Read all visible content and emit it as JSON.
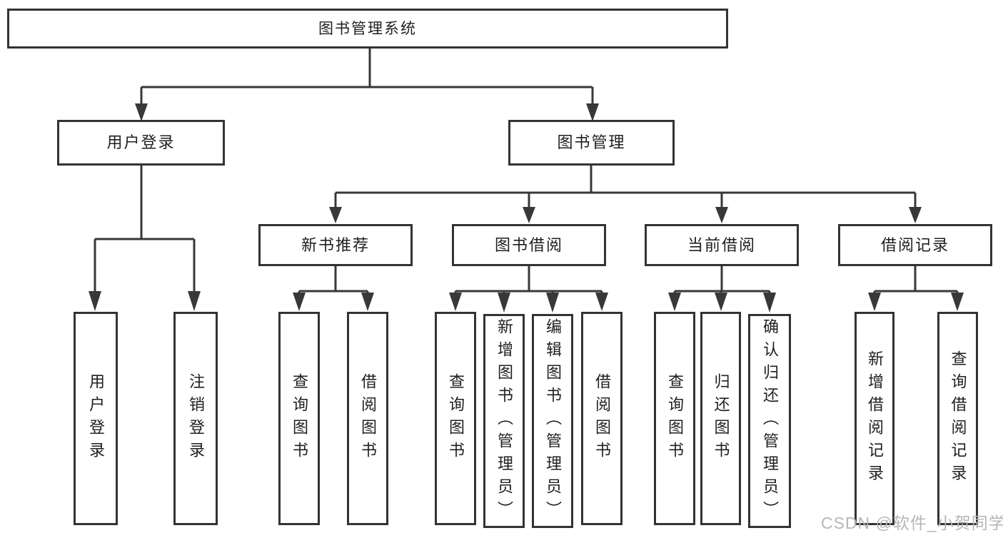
{
  "title": "图书管理系统",
  "colors": {
    "line": "#383838",
    "box_border": "#333333",
    "text": "#1f1f1f",
    "watermark": "#b6b6b6",
    "background": "#ffffff"
  },
  "tree": {
    "root": {
      "label": "图书管理系统",
      "children": [
        {
          "label": "用户登录",
          "children": [
            {
              "label": "用户登录"
            },
            {
              "label": "注销登录"
            }
          ]
        },
        {
          "label": "图书管理",
          "children": [
            {
              "label": "新书推荐",
              "children": [
                {
                  "label": "查询图书"
                },
                {
                  "label": "借阅图书"
                }
              ]
            },
            {
              "label": "图书借阅",
              "children": [
                {
                  "label": "查询图书"
                },
                {
                  "label": "新增图书（管理员）"
                },
                {
                  "label": "编辑图书（管理员）"
                },
                {
                  "label": "借阅图书"
                }
              ]
            },
            {
              "label": "当前借阅",
              "children": [
                {
                  "label": "查询图书"
                },
                {
                  "label": "归还图书"
                },
                {
                  "label": "确认归还（管理员）"
                }
              ]
            },
            {
              "label": "借阅记录",
              "children": [
                {
                  "label": "新增借阅记录"
                },
                {
                  "label": "查询借阅记录"
                }
              ]
            }
          ]
        }
      ]
    }
  },
  "watermark": "CSDN @软件_小贺同学"
}
